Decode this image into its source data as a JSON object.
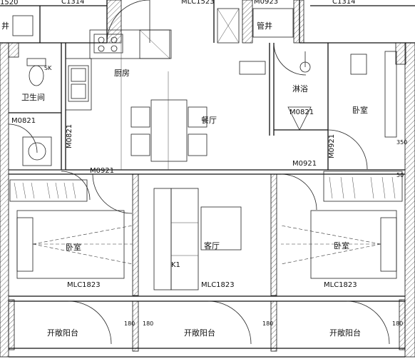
{
  "rooms": {
    "kitchen": "厨房",
    "dining": "餐厅",
    "bathroom": "卫生间",
    "shower": "淋浴",
    "bedroom_ne": "卧室",
    "bedroom_w": "卧室",
    "living": "客厅",
    "bedroom_e": "卧室",
    "balcony_1": "开敞阳台",
    "balcony_2": "开敞阳台",
    "balcony_3": "开敞阳台",
    "shaft_left": "井",
    "shaft_right": "管井"
  },
  "codes": {
    "top_left": "C1314",
    "top_mid": "MLC1523",
    "top_mid2": "M0923",
    "top_right": "C1314",
    "top_far_left": "1520",
    "door_bath_1": "M0821",
    "door_bath_2": "M0821",
    "door_shower": "M0821",
    "door_bed_w": "M0921",
    "door_bed_ne_h": "M0921",
    "door_bed_ne_v": "M0921",
    "win_bed_w": "MLC1823",
    "win_living": "MLC1823",
    "win_bed_e": "MLC1823",
    "bath_sk": "SK",
    "k1": "K1",
    "d180_1": "180",
    "d180_2": "180",
    "d180_3": "180",
    "d180_4": "180",
    "d350": "350",
    "d50": "50"
  }
}
